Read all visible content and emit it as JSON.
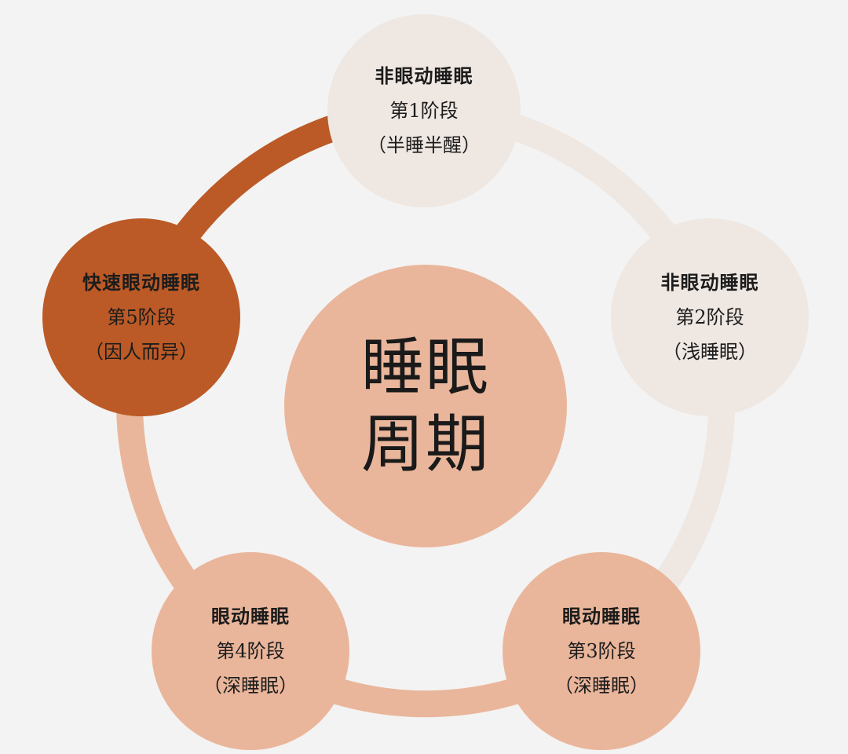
{
  "colors": {
    "background": "#f3f3f3",
    "light": "#efe7e2",
    "peach": "#eab69b",
    "rust": "#bb5a26",
    "text": "#1c1c1c"
  },
  "center": {
    "title": "睡眠周期"
  },
  "stages": [
    {
      "title": "非眼动睡眠",
      "stage": "第1阶段",
      "desc": "（半睡半醒）"
    },
    {
      "title": "非眼动睡眠",
      "stage": "第2阶段",
      "desc": "（浅睡眠）"
    },
    {
      "title": "眼动睡眠",
      "stage": "第3阶段",
      "desc": "（深睡眠）"
    },
    {
      "title": "眼动睡眠",
      "stage": "第4阶段",
      "desc": "（深睡眠）"
    },
    {
      "title": "快速眼动睡眠",
      "stage": "第5阶段",
      "desc": "（因人而异）"
    }
  ]
}
